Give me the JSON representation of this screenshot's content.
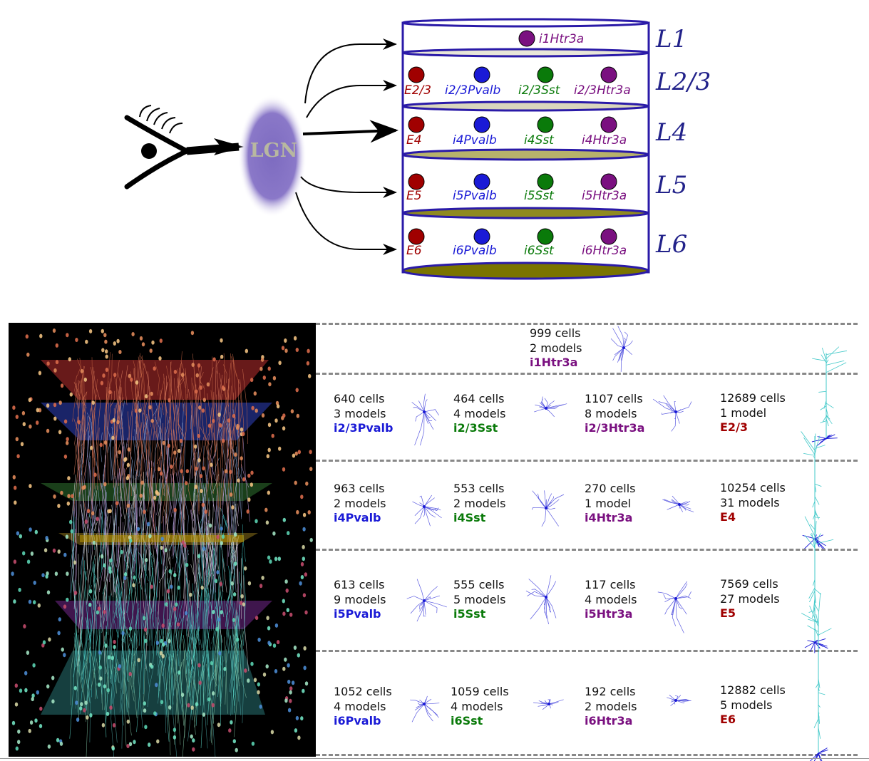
{
  "colors": {
    "excitatory": "#a00000",
    "pvalb": "#1a1ad6",
    "sst": "#0a7a0a",
    "htr3a": "#7a1080",
    "layer_label": "#22228a",
    "column_outline": "#2a1aa8",
    "lgn": "#8a78c8"
  },
  "diagram": {
    "lgn_label": "LGN",
    "layers": [
      {
        "id": "L1",
        "label": "L1",
        "cells": [
          {
            "type": "htr3a",
            "label": "i1Htr3a"
          }
        ]
      },
      {
        "id": "L23",
        "label": "L2/3",
        "cells": [
          {
            "type": "excitatory",
            "label": "E2/3"
          },
          {
            "type": "pvalb",
            "label": "i2/3Pvalb"
          },
          {
            "type": "sst",
            "label": "i2/3Sst"
          },
          {
            "type": "htr3a",
            "label": "i2/3Htr3a"
          }
        ]
      },
      {
        "id": "L4",
        "label": "L4",
        "cells": [
          {
            "type": "excitatory",
            "label": "E4"
          },
          {
            "type": "pvalb",
            "label": "i4Pvalb"
          },
          {
            "type": "sst",
            "label": "i4Sst"
          },
          {
            "type": "htr3a",
            "label": "i4Htr3a"
          }
        ]
      },
      {
        "id": "L5",
        "label": "L5",
        "cells": [
          {
            "type": "excitatory",
            "label": "E5"
          },
          {
            "type": "pvalb",
            "label": "i5Pvalb"
          },
          {
            "type": "sst",
            "label": "i5Sst"
          },
          {
            "type": "htr3a",
            "label": "i5Htr3a"
          }
        ]
      },
      {
        "id": "L6",
        "label": "L6",
        "cells": [
          {
            "type": "excitatory",
            "label": "E6"
          },
          {
            "type": "pvalb",
            "label": "i6Pvalb"
          },
          {
            "type": "sst",
            "label": "i6Sst"
          },
          {
            "type": "htr3a",
            "label": "i6Htr3a"
          }
        ]
      }
    ]
  },
  "table": {
    "rows": [
      {
        "layer": "L1",
        "entries": [
          {
            "cells": "999 cells",
            "models": "2 models",
            "name": "i1Htr3a",
            "type": "htr3a"
          }
        ]
      },
      {
        "layer": "L2/3",
        "entries": [
          {
            "cells": "640 cells",
            "models": "3 models",
            "name": "i2/3Pvalb",
            "type": "pvalb"
          },
          {
            "cells": "464 cells",
            "models": "4 models",
            "name": "i2/3Sst",
            "type": "sst"
          },
          {
            "cells": "1107 cells",
            "models": "8 models",
            "name": "i2/3Htr3a",
            "type": "htr3a"
          },
          {
            "cells": "12689 cells",
            "models": "1 model",
            "name": "E2/3",
            "type": "excitatory"
          }
        ]
      },
      {
        "layer": "L4",
        "entries": [
          {
            "cells": "963 cells",
            "models": "2 models",
            "name": "i4Pvalb",
            "type": "pvalb"
          },
          {
            "cells": "553 cells",
            "models": "2 models",
            "name": "i4Sst",
            "type": "sst"
          },
          {
            "cells": "270 cells",
            "models": "1 model",
            "name": "i4Htr3a",
            "type": "htr3a"
          },
          {
            "cells": "10254 cells",
            "models": "31 models",
            "name": "E4",
            "type": "excitatory"
          }
        ]
      },
      {
        "layer": "L5",
        "entries": [
          {
            "cells": "613 cells",
            "models": "9 models",
            "name": "i5Pvalb",
            "type": "pvalb"
          },
          {
            "cells": "555 cells",
            "models": "5 models",
            "name": "i5Sst",
            "type": "sst"
          },
          {
            "cells": "117 cells",
            "models": "4 models",
            "name": "i5Htr3a",
            "type": "htr3a"
          },
          {
            "cells": "7569 cells",
            "models": "27 models",
            "name": "E5",
            "type": "excitatory"
          }
        ]
      },
      {
        "layer": "L6",
        "entries": [
          {
            "cells": "1052 cells",
            "models": "4 models",
            "name": "i6Pvalb",
            "type": "pvalb"
          },
          {
            "cells": "1059 cells",
            "models": "4 models",
            "name": "i6Sst",
            "type": "sst"
          },
          {
            "cells": "192 cells",
            "models": "2 models",
            "name": "i6Htr3a",
            "type": "htr3a"
          },
          {
            "cells": "12882 cells",
            "models": "5 models",
            "name": "E6",
            "type": "excitatory"
          }
        ]
      }
    ]
  }
}
